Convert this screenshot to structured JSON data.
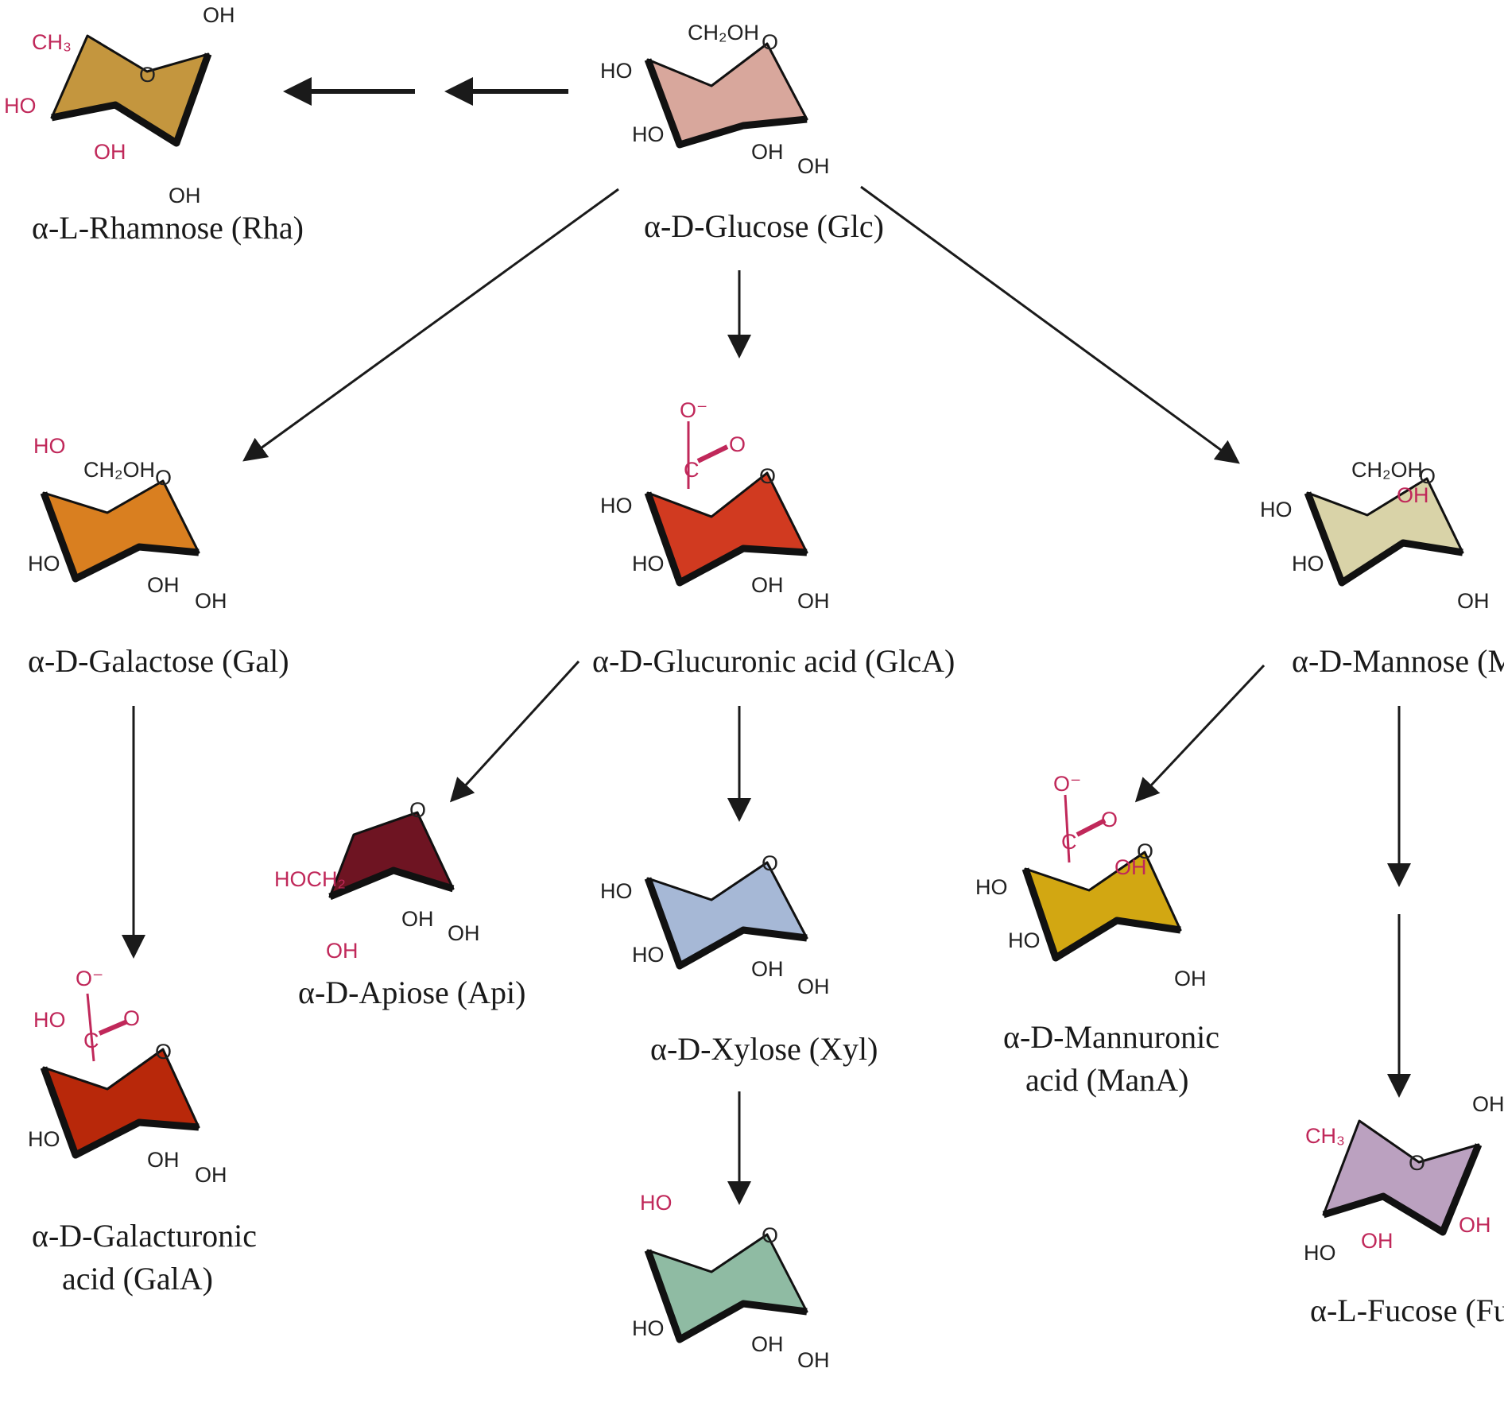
{
  "colors": {
    "rha": "#c4963e",
    "glc": "#d8a79c",
    "gal": "#d97f20",
    "glca": "#d13a20",
    "man": "#d9d3a8",
    "gala": "#b8280a",
    "api": "#6e1422",
    "xyl": "#a6b8d6",
    "mana": "#d2a712",
    "ara": "#8fbba3",
    "fuc": "#bba1c0",
    "accent_red": "#c0285a"
  },
  "sugars": {
    "rha": {
      "label": "α-L-Rhamnose (Rha)"
    },
    "glc": {
      "label": "α-D-Glucose (Glc)"
    },
    "gal": {
      "label": "α-D-Galactose (Gal)"
    },
    "glca": {
      "label": "α-D-Glucuronic acid (GlcA)"
    },
    "man": {
      "label": "α-D-Mannose (Man)"
    },
    "gala": {
      "label_line1": "α-D-Galacturonic",
      "label_line2": "acid (GalA)"
    },
    "api": {
      "label": "α-D-Apiose (Api)"
    },
    "xyl": {
      "label": "α-D-Xylose (Xyl)"
    },
    "mana": {
      "label_line1": "α-D-Mannuronic",
      "label_line2": "acid (ManA)"
    },
    "fuc": {
      "label": "α-L-Fucose (Fuc)"
    }
  },
  "groups": {
    "oh": "OH",
    "ho": "HO",
    "ch2oh": "CH₂OH",
    "ch3": "CH₃",
    "hoch2": "HOCH₂",
    "o": "O",
    "o_minus": "O⁻",
    "c": "C"
  }
}
